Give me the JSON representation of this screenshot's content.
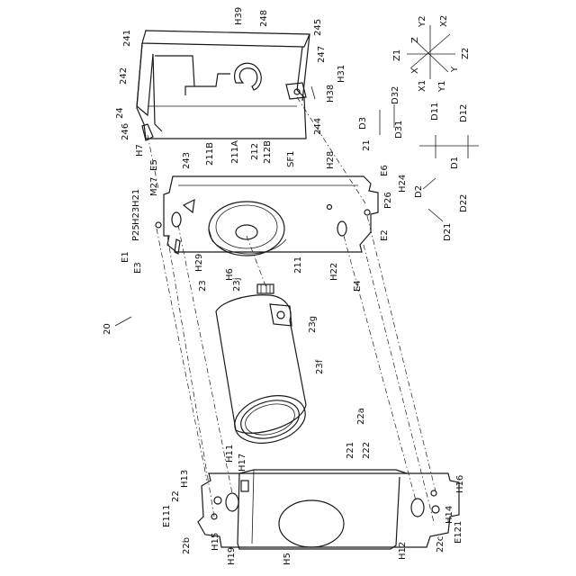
{
  "labels": {
    "ref_20": "20",
    "ref_24": "24",
    "ref_241": "241",
    "ref_242": "242",
    "ref_243": "243",
    "ref_244": "244",
    "ref_245": "245",
    "ref_246": "246",
    "ref_247": "247",
    "ref_248": "248",
    "H39": "H39",
    "H31": "H31",
    "H38": "H38",
    "H7": "H7",
    "ref_21": "21",
    "ref_211": "211",
    "ref_211A": "211A",
    "ref_211B": "211B",
    "ref_212": "212",
    "ref_212B": "212B",
    "SF1": "SF1",
    "H28": "H28",
    "E5": "E5",
    "E6": "E6",
    "M27": "M27",
    "H21": "H21",
    "H23": "H23",
    "P25": "P25",
    "E1": "E1",
    "E3": "E3",
    "H29": "H29",
    "H6": "H6",
    "H22": "H22",
    "E4": "E4",
    "E2": "E2",
    "H24": "H24",
    "P26": "P26",
    "ref_23": "23",
    "ref_23j": "23j",
    "ref_23g": "23g",
    "ref_23f": "23f",
    "ref_22": "22",
    "ref_22a": "22a",
    "ref_221": "221",
    "ref_222": "222",
    "ref_22b": "22b",
    "ref_22c": "22c",
    "H11": "H11",
    "H13": "H13",
    "H17": "H17",
    "H15": "H15",
    "H19": "H19",
    "H5": "H5",
    "H12": "H12",
    "H14": "H14",
    "H16": "H16",
    "E111": "E111",
    "E121": "E121",
    "X": "X",
    "X1": "X1",
    "X2": "X2",
    "Y": "Y",
    "Y1": "Y1",
    "Y2": "Y2",
    "Z": "Z",
    "Z1": "Z1",
    "Z2": "Z2",
    "D1": "D1",
    "D11": "D11",
    "D12": "D12",
    "D2": "D2",
    "D21": "D21",
    "D22": "D22",
    "D3": "D3",
    "D31": "D31",
    "D32": "D32"
  }
}
